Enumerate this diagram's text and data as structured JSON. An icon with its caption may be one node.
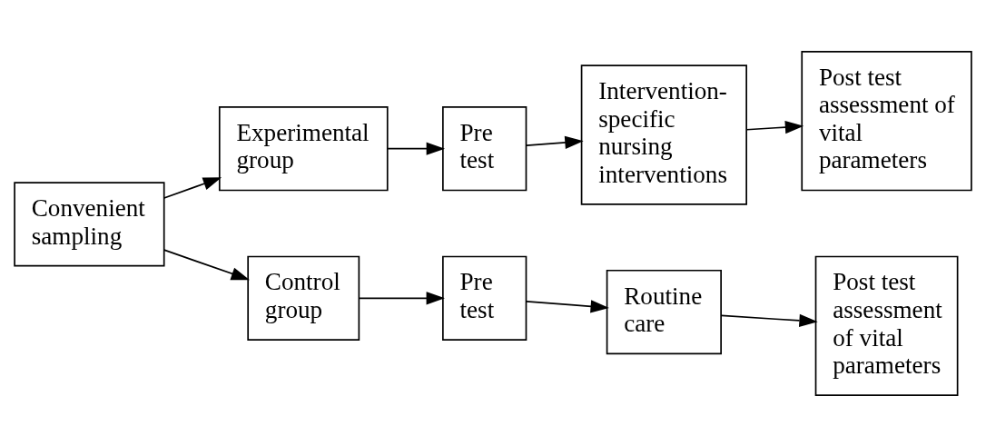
{
  "diagram": {
    "nodes": [
      {
        "text": [
          "Convenient sampling"
        ]
      },
      {
        "text": [
          "Experimental group"
        ]
      },
      {
        "text": [
          "Pre test"
        ]
      },
      {
        "text": [
          "Intervention-specific nursing interventions"
        ]
      },
      {
        "text": [
          "Post test assessment of vital parameters"
        ]
      },
      {
        "text": [
          "Control group"
        ]
      },
      {
        "text": [
          "Pre test"
        ]
      },
      {
        "text": [
          "Routine care"
        ]
      },
      {
        "text": [
          "Post test assessment of vital parameters"
        ]
      }
    ],
    "edges": [
      {
        "from": 0,
        "to": 1,
        "arrow": "to"
      },
      {
        "from": 1,
        "to": 2,
        "arrow": "to"
      },
      {
        "from": 2,
        "to": 3,
        "arrow": "to"
      },
      {
        "from": 3,
        "to": 4,
        "arrow": "to"
      },
      {
        "from": 0,
        "to": 5,
        "arrow": "to"
      },
      {
        "from": 5,
        "to": 6,
        "arrow": "to"
      },
      {
        "from": 6,
        "to": 7,
        "arrow": "to"
      },
      {
        "from": 7,
        "to": 8,
        "arrow": "to"
      }
    ]
  }
}
